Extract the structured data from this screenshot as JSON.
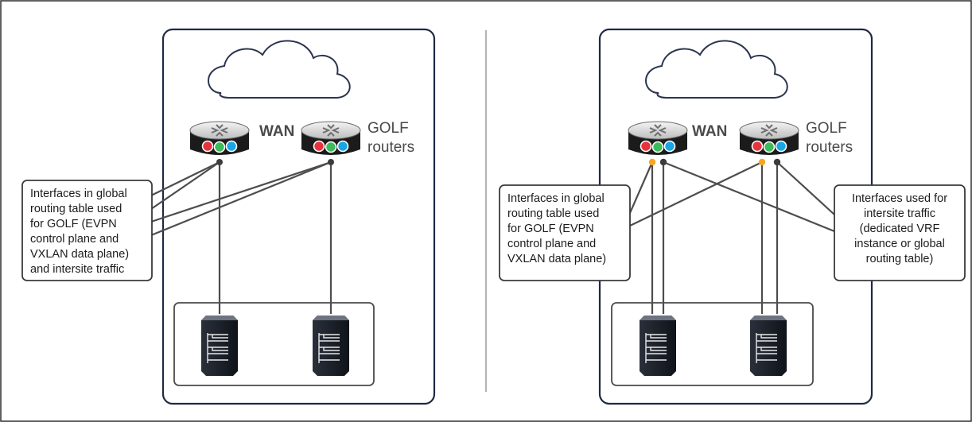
{
  "colors": {
    "frame_border": "#2b2b2b",
    "site_border": "#1e2a44",
    "cloud_stroke": "#2a3550",
    "link_line": "#4d4d4d",
    "port_global": "#f5a623",
    "port_dark": "#3c3c3c",
    "router_body": "#1b1b1b",
    "led_red": "#e8333b",
    "led_green": "#3dbb5a",
    "led_blue": "#19a5e6",
    "divider": "#9a9a9a",
    "callout_border": "#3a3a3a"
  },
  "left": {
    "wan_label": "WAN",
    "golf_label_line1": "GOLF",
    "golf_label_line2": "routers",
    "callout_lines": [
      "Interfaces in global",
      "routing table used",
      "for GOLF (EVPN",
      "control plane and",
      "VXLAN data plane)",
      "and intersite traffic"
    ]
  },
  "right": {
    "wan_label": "WAN",
    "golf_label_line1": "GOLF",
    "golf_label_line2": "routers",
    "callout_left_lines": [
      "Interfaces in global",
      "routing table used",
      "for GOLF (EVPN",
      "control plane and",
      "VXLAN data plane)"
    ],
    "callout_right_lines": [
      "Interfaces used for",
      "intersite traffic",
      "(dedicated VRF",
      "instance or global",
      "routing table)"
    ]
  }
}
